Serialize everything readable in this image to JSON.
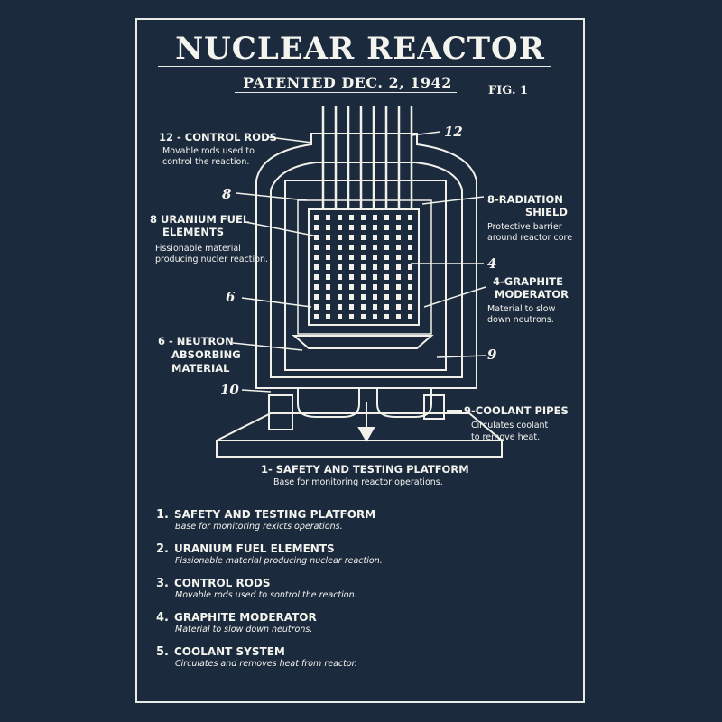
{
  "header": {
    "title": "NUCLEAR REACTOR",
    "subtitle": "PATENTED DEC. 2, 1942",
    "fig": "FIG. 1"
  },
  "callouts": {
    "control_rods": {
      "label": "12 - CONTROL RODS",
      "desc": "Movable rods used to control the reaction."
    },
    "uranium": {
      "label_1": "8 URANIUM FUEL",
      "label_2": "ELEMENTS",
      "desc_1": "Fissionable material",
      "desc_2": "producing nucler reaction."
    },
    "neutron": {
      "label_1": "6 - NEUTRON",
      "label_2": "ABSORBING",
      "label_3": "MATERIAL"
    },
    "radiation": {
      "label_1": "8-RADIATION",
      "label_2": "SHIELD",
      "desc_1": "Protective barrier",
      "desc_2": "around reactor core"
    },
    "graphite": {
      "label_1": "4-GRAPHITE",
      "label_2": "MODERATOR",
      "desc_1": "Material to slow",
      "desc_2": "down neutrons."
    },
    "coolant": {
      "label": "9-COOLANT PIPES",
      "desc_1": "Circulates coolant",
      "desc_2": "to remove heat."
    },
    "platform": {
      "label": "1- SAFETY AND TESTING PLATFORM",
      "desc": "Base for monitoring reactor operations."
    }
  },
  "numbers": {
    "n12": "12",
    "n8": "8",
    "n6": "6",
    "n10": "10",
    "n4": "4",
    "n9": "9"
  },
  "legend": [
    {
      "num": "1.",
      "title": "SAFETY AND TESTING PLATFORM",
      "desc": "Base for monitoring rexicts operations."
    },
    {
      "num": "2.",
      "title": "URANIUM FUEL ELEMENTS",
      "desc": "Fissionable material producing nuclear reaction."
    },
    {
      "num": "3.",
      "title": "CONTROL RODS",
      "desc": "Movable rods used to sontrol the reaction."
    },
    {
      "num": "4.",
      "title": "GRAPHITE MODERATOR",
      "desc": "Material to slow down neutrons."
    },
    {
      "num": "5.",
      "title": "COOLANT SYSTEM",
      "desc": "Circulates and removes heat from reactor."
    }
  ],
  "colors": {
    "background": "#1b2a3d",
    "ink": "#f4f4ee"
  }
}
